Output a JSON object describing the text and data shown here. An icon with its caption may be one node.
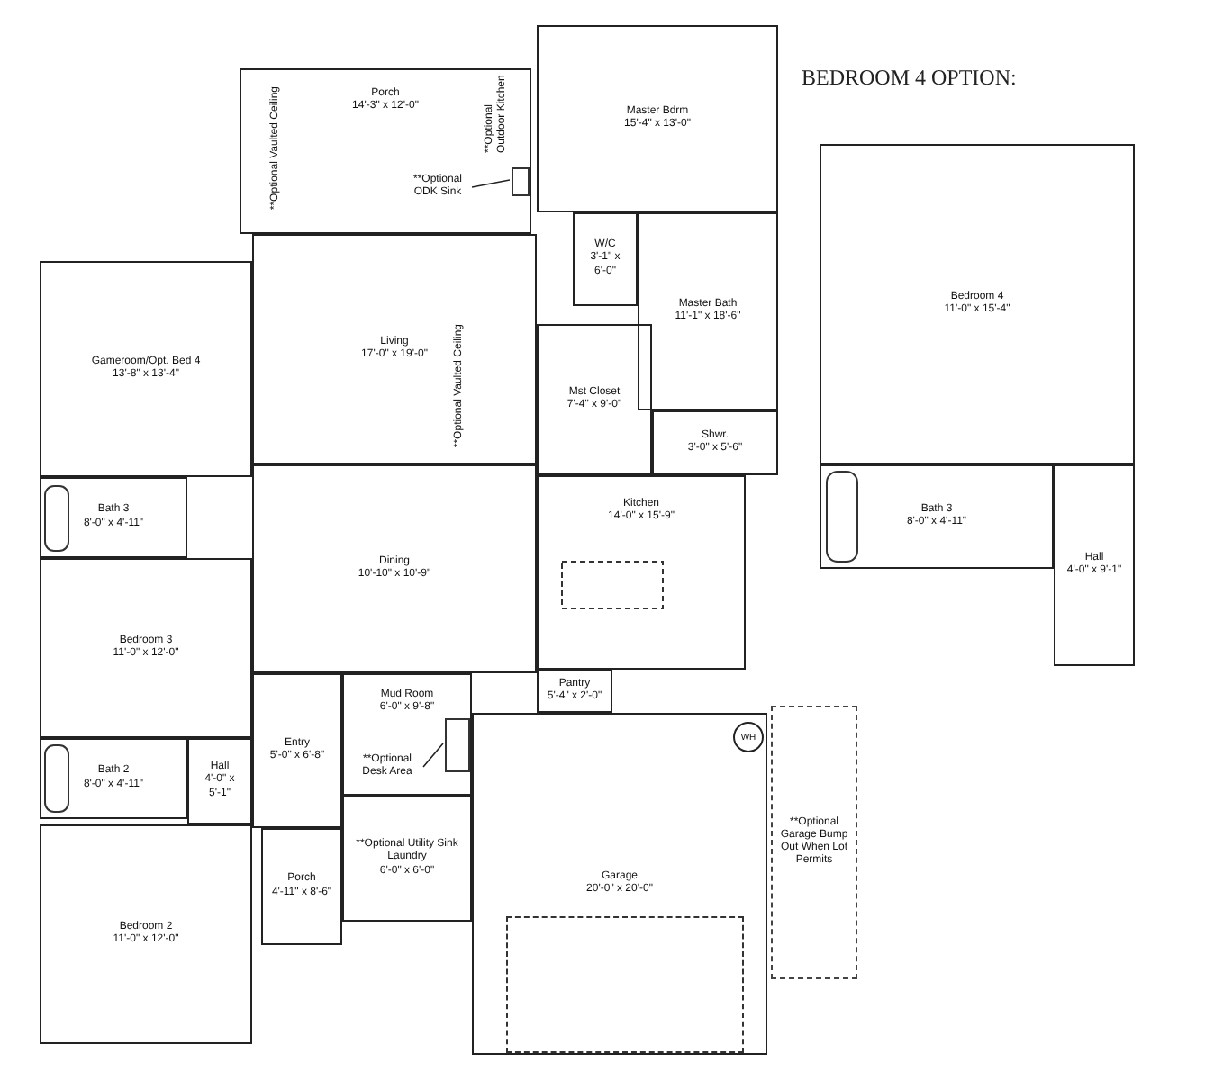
{
  "diagram": {
    "nodes": [
      {
        "text": [
          "Porch",
          "14'-3\" x 12'-0\""
        ]
      },
      {
        "text": [
          "**Optional ODK Sink"
        ],
        "in": 0
      },
      {
        "text": [
          "Master Bdrm",
          "15'-4\" x 13'-0\""
        ]
      },
      {
        "text": [
          "W/C",
          "3'-1\" x 6'-0\""
        ]
      },
      {
        "text": [
          "Master Bath",
          "11'-1\" x 18'-6\""
        ]
      },
      {
        "text": [
          "Mst Closet",
          "7'-4\" x 9'-0\""
        ]
      },
      {
        "text": [
          "Shwr.",
          "3'-0\" x 5'-6\""
        ]
      },
      {
        "text": [
          "Gameroom/Opt. Bed 4",
          "13'-8\" x 13'-4\""
        ]
      },
      {
        "text": [
          "Bath 3",
          "8'-0\" x 4'-11\""
        ]
      },
      {
        "text": [
          "Living",
          "17'-0\" x 19'-0\""
        ]
      },
      {
        "text": [
          "Dining",
          "10'-10\" x 10'-9\""
        ]
      },
      {
        "text": [
          "Kitchen",
          "14'-0\" x 15'-9\""
        ]
      },
      {
        "text": [
          "Bedroom 3",
          "11'-0\" x 12'-0\""
        ]
      },
      {
        "text": [
          "Pantry",
          "5'-4\" x 2'-0\""
        ]
      },
      {
        "text": [
          "Entry",
          "5'-0\" x 6'-8\""
        ]
      },
      {
        "text": [
          "Mud Room",
          "6'-0\" x 9'-8\""
        ]
      },
      {
        "text": [
          "**Optional Desk Area"
        ],
        "in": 15
      },
      {
        "text": [
          "Hall",
          "4'-0\" x 5'-1\""
        ]
      },
      {
        "text": [
          "Bath 2",
          "8'-0\" x 4'-11\""
        ]
      },
      {
        "text": [
          "**Optional Utility Sink",
          "Laundry",
          "6'-0\" x 6'-0\""
        ]
      },
      {
        "text": [
          "Garage",
          "20'-0\" x 20'-0\""
        ]
      },
      {
        "text": [
          "WH"
        ],
        "in": 20
      },
      {
        "text": [
          "**Optional Garage Bump Out When Lot Permits"
        ]
      },
      {
        "text": [
          "Porch",
          "4'-11\" x 8'-6\""
        ]
      },
      {
        "text": [
          "Bedroom 2",
          "11'-0\" x 12'-0\""
        ]
      },
      {
        "text": [
          "BEDROOM 4 OPTION:"
        ]
      },
      {
        "text": [
          "Bedroom 4",
          "11'-0\" x 15'-4\""
        ],
        "in": 25
      },
      {
        "text": [
          "Bath 3",
          "8'-0\" x 4'-11\""
        ],
        "in": 25
      },
      {
        "text": [
          "Hall",
          "4'-0\" x 9'-1\""
        ],
        "in": 25
      },
      {
        "text": [],
        "shape": "box",
        "in": 0
      },
      {
        "text": [],
        "shape": "box",
        "in": 15
      },
      {
        "text": [],
        "shape": "box",
        "in": 20
      }
    ],
    "edges": [
      {
        "from": 1,
        "to": 29,
        "arrow": "none"
      },
      {
        "from": 16,
        "to": 30,
        "arrow": "none"
      }
    ],
    "labels": [
      "**Optional Outdoor Kitchen",
      "**Optional Vaulted Ceiling",
      "**Optional Vaulted Ceiling"
    ]
  }
}
